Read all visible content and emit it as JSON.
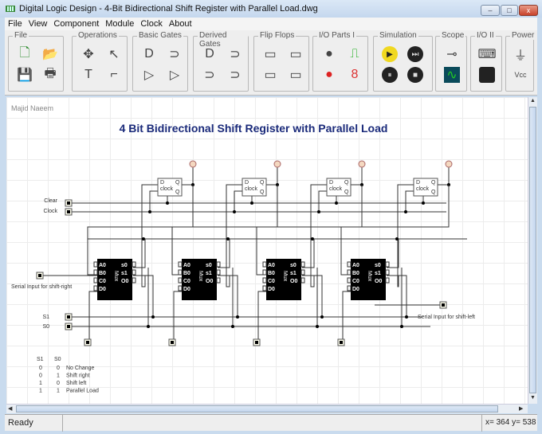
{
  "window": {
    "title": "Digital Logic Design - 4-Bit Bidirectional Shift Register with Parallel Load.dwg",
    "minimize": "–",
    "maximize": "□",
    "close": "x"
  },
  "menu": [
    "File",
    "View",
    "Component",
    "Module",
    "Clock",
    "About"
  ],
  "toolbar": {
    "groups": [
      {
        "label": "File",
        "tools": [
          "new-file-icon",
          "open-folder-icon",
          "save-icon",
          "print-icon"
        ]
      },
      {
        "label": "Operations",
        "tools": [
          "move-icon",
          "pointer-icon",
          "text-icon",
          "wire-icon"
        ]
      },
      {
        "label": "Basic Gates",
        "tools": [
          "and-gate-icon",
          "or-gate-icon",
          "not-gate-icon",
          "buffer-icon"
        ]
      },
      {
        "label": "Derived Gates",
        "tools": [
          "nand-gate-icon",
          "nor-gate-icon",
          "xor-gate-icon",
          "xnor-gate-icon"
        ]
      },
      {
        "label": "Flip Flops",
        "tools": [
          "d-flipflop-icon",
          "jk-flipflop-icon",
          "t-flipflop-icon",
          "sr-flipflop-icon"
        ]
      },
      {
        "label": "I/O Parts I",
        "tools": [
          "push-button-icon",
          "clock-signal-icon",
          "led-icon",
          "seven-segment-icon"
        ]
      },
      {
        "label": "Simulation",
        "tools": [
          "play-icon",
          "step-icon",
          "pause-icon",
          "stop-icon"
        ]
      },
      {
        "label": "Scope",
        "tools": [
          "probe-icon",
          "oscilloscope-icon"
        ]
      },
      {
        "label": "I/O II",
        "tools": [
          "keyboard-icon",
          "terminal-icon"
        ]
      },
      {
        "label": "Power",
        "tools": [
          "ground-icon",
          "vcc-icon"
        ]
      }
    ],
    "text_tool": "T",
    "vcc_label": "Vcc"
  },
  "canvas": {
    "author": "Majid Naeem",
    "heading": "4 Bit Bidirectional Shift Register with Parallel Load",
    "labels": {
      "clear": "Clear",
      "clock": "Clock",
      "serial_right": "Serial Input for shift-right",
      "serial_left": "Serial Input for shift-left",
      "s1": "S1",
      "s0": "S0"
    },
    "flipflop": {
      "d": "D",
      "clock": "clock",
      "q": "Q",
      "qbar": "Q"
    },
    "mux": {
      "inputs": [
        "A0",
        "B0",
        "C0",
        "D0"
      ],
      "outputs": [
        "s0",
        "s1",
        "O0"
      ],
      "name": "Mux"
    },
    "truth_table": {
      "headers": [
        "S1",
        "S0"
      ],
      "rows": [
        [
          "0",
          "0",
          "No Change"
        ],
        [
          "0",
          "1",
          "Shift right"
        ],
        [
          "1",
          "0",
          "Shift left"
        ],
        [
          "1",
          "1",
          "Parallel Load"
        ]
      ]
    }
  },
  "status": {
    "text": "Ready",
    "coords": "x= 364  y= 538"
  },
  "colors": {
    "heading": "#1a2a7a",
    "wire": "#333333",
    "mux": "#000000",
    "led": "#d8a080"
  }
}
